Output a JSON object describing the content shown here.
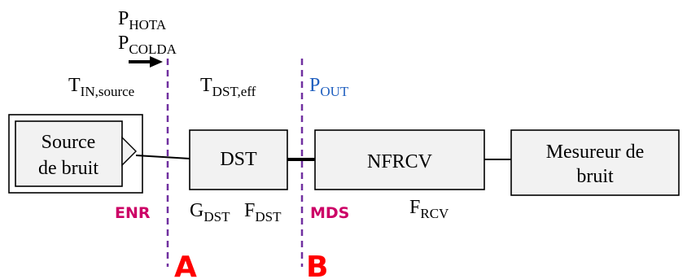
{
  "colors": {
    "box_fill": "#f2f2f2",
    "dashed_line": "#7030a0",
    "plane_label": "#ff0000",
    "magenta_label": "#cc0066",
    "pout_label": "#1f5fbf"
  },
  "labels": {
    "p_hot": {
      "main": "P",
      "sub": "HOTA"
    },
    "p_cold": {
      "main": "P",
      "sub": "COLDA"
    },
    "t_in_source": {
      "main": "T",
      "sub": "IN,source"
    },
    "t_dst_eff": {
      "main": "T",
      "sub": "DST,eff"
    },
    "p_out": {
      "main": "P",
      "sub": "OUT"
    },
    "enr": "ENR",
    "mds": "MDS",
    "g_dst": {
      "main": "G",
      "sub": "DST"
    },
    "f_dst": {
      "main": "F",
      "sub": "DST"
    },
    "f_rcv": {
      "main": "F",
      "sub": "RCV"
    },
    "plane_a": "A",
    "plane_b": "B"
  },
  "blocks": {
    "source_line1": "Source",
    "source_line2": "de bruit",
    "dst": "DST",
    "nfrcv": "NFRCV",
    "meter_line1": "Mesureur de",
    "meter_line2": "bruit"
  }
}
